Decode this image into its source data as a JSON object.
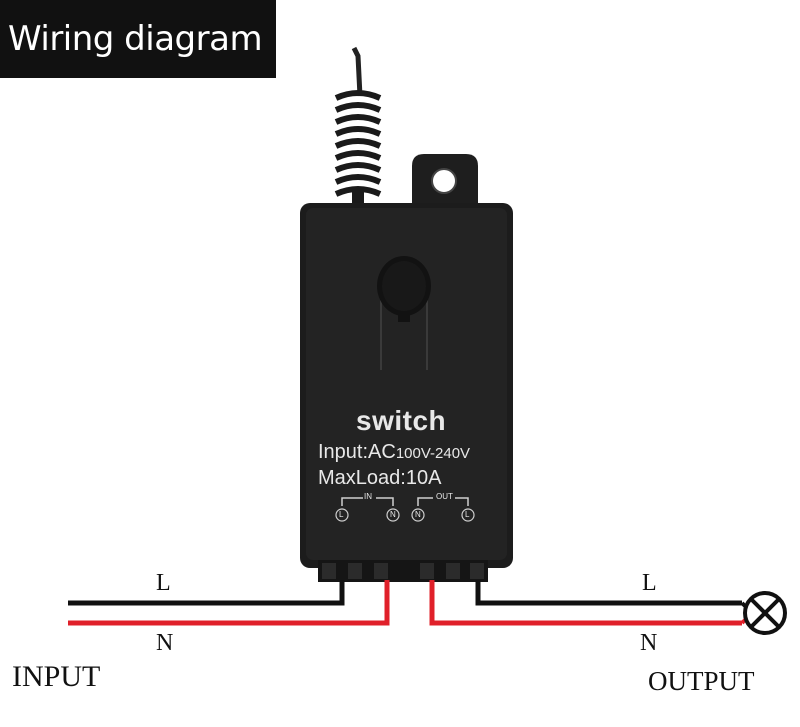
{
  "title": "Wiring diagram",
  "device": {
    "name": "switch",
    "input_prefix": "Input:AC",
    "input_range": "100V-240V",
    "maxload": "MaxLoad:10A",
    "terminal_group_in": "IN",
    "terminal_group_out": "OUT",
    "terminals": [
      "L",
      "N",
      "N",
      "L"
    ]
  },
  "input": {
    "label": "INPUT",
    "live": "L",
    "neutral": "N"
  },
  "output": {
    "label": "OUTPUT",
    "live": "L",
    "neutral": "N"
  },
  "colors": {
    "live_wire": "#111111",
    "neutral_wire": "#e0202a",
    "device_body": "#1c1c1c"
  },
  "icons": [
    "antenna-coil-icon",
    "mounting-tab-icon",
    "push-button-icon",
    "lamp-icon"
  ]
}
